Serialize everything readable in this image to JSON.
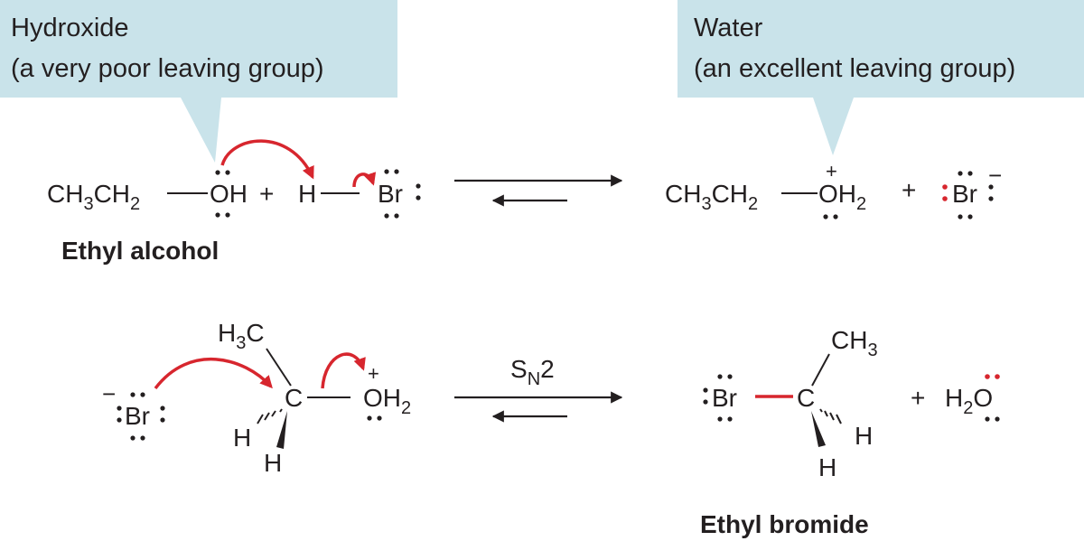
{
  "callouts": {
    "left_line1": "Hydroxide",
    "left_line2": "(a very poor leaving group)",
    "right_line1": "Water",
    "right_line2": "(an excellent leaving group)",
    "fill_color": "#c9e3ea"
  },
  "step1": {
    "reactant_left": "CH3CH2—OH (ethyl alcohol)",
    "reagent": "HBr",
    "product_left": "CH3CH2—OH2+",
    "product_right": "Br−",
    "plus": "+"
  },
  "step2": {
    "nucleophile": "Br−",
    "substrate_top": "H3C",
    "substrate_center": "C",
    "leaving_group": "OH2+",
    "condition": "SN2",
    "product": "Ethyl bromide",
    "byproduct": "H2O",
    "plus": "+"
  },
  "labels": {
    "ethyl_alcohol": "Ethyl alcohol",
    "ethyl_bromide": "Ethyl bromide"
  },
  "text": {
    "CH": "CH",
    "3": "3",
    "2": "2",
    "O": "O",
    "H": "H",
    "Br": "Br",
    "C": "C",
    "plus": "+",
    "minus": "−",
    "S": "S",
    "N": "N"
  },
  "colors": {
    "arrow_red": "#d7262e",
    "ink": "#231f20"
  }
}
